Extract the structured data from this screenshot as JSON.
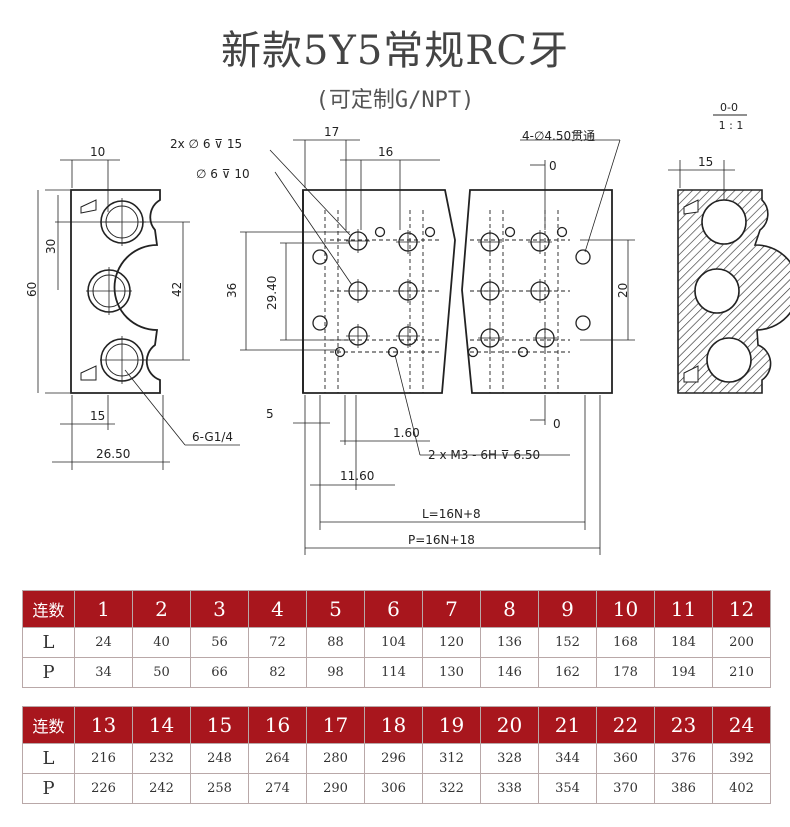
{
  "title": "新款5Y5常规RC牙",
  "subtitle": "(可定制G/NPT)",
  "scale": {
    "top": "0-0",
    "bottom": "1 : 1"
  },
  "drawing_labels": {
    "dim_10": "10",
    "dim_30": "30",
    "dim_60": "60",
    "dim_42": "42",
    "dim_15_left": "15",
    "dim_26_50": "26.50",
    "thread": "6-G1/4",
    "hole_2x6": "2x ∅ 6 ⊽ 15",
    "hole_6": "∅ 6 ⊽ 10",
    "dim_17": "17",
    "dim_16": "16",
    "dim_36": "36",
    "dim_29_40": "29.40",
    "dim_5": "5",
    "dim_1_60": "1.60",
    "dim_11_60": "11.60",
    "m3": "2 x  M3 - 6H ⊽ 6.50",
    "through": "4-∅4.50贯通",
    "zero_top": "0",
    "zero_bottom": "0",
    "dim_20": "20",
    "dim_L": "L=16N+8",
    "dim_P": "P=16N+18",
    "dim_15_right": "15"
  },
  "tables": [
    {
      "header_label": "连数",
      "counts": [
        "1",
        "2",
        "3",
        "4",
        "5",
        "6",
        "7",
        "8",
        "9",
        "10",
        "11",
        "12"
      ],
      "rows": [
        {
          "label": "L",
          "values": [
            "24",
            "40",
            "56",
            "72",
            "88",
            "104",
            "120",
            "136",
            "152",
            "168",
            "184",
            "200"
          ]
        },
        {
          "label": "P",
          "values": [
            "34",
            "50",
            "66",
            "82",
            "98",
            "114",
            "130",
            "146",
            "162",
            "178",
            "194",
            "210"
          ]
        }
      ]
    },
    {
      "header_label": "连数",
      "counts": [
        "13",
        "14",
        "15",
        "16",
        "17",
        "18",
        "19",
        "20",
        "21",
        "22",
        "23",
        "24"
      ],
      "rows": [
        {
          "label": "L",
          "values": [
            "216",
            "232",
            "248",
            "264",
            "280",
            "296",
            "312",
            "328",
            "344",
            "360",
            "376",
            "392"
          ]
        },
        {
          "label": "P",
          "values": [
            "226",
            "242",
            "258",
            "274",
            "290",
            "306",
            "322",
            "338",
            "354",
            "370",
            "386",
            "402"
          ]
        }
      ]
    }
  ],
  "colors": {
    "header_bg": "#a8161d",
    "header_text": "#ffffff"
  }
}
